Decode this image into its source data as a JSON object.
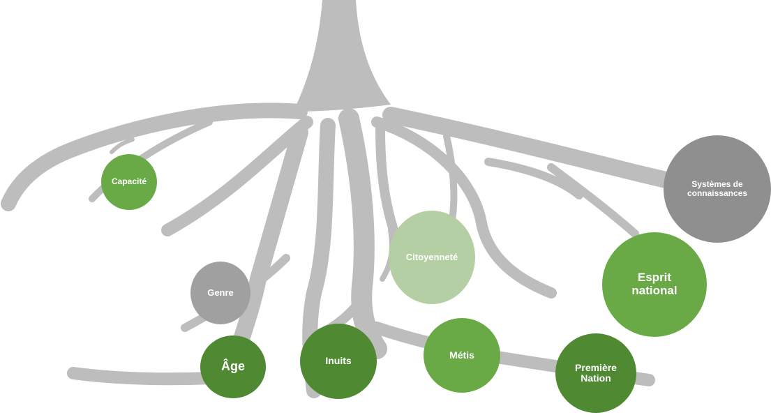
{
  "colors": {
    "root": "#bdbdbd",
    "green_mid": "#6aaa46",
    "green_dark": "#4f8a33",
    "green_light": "#b3cfa3",
    "grey_node": "#a0a0a0",
    "grey_dark": "#8f8f8f",
    "text": "#ffffff"
  },
  "nodes": {
    "capacite": "Capacité",
    "genre": "Genre",
    "age": "Âge",
    "inuits": "Inuits",
    "citoyennete": "Citoyenneté",
    "metis": "Métis",
    "premiere_nation": "Première\nNation",
    "esprit_national": "Esprit\nnational",
    "systemes": "Systèmes de\nconnaissances"
  }
}
